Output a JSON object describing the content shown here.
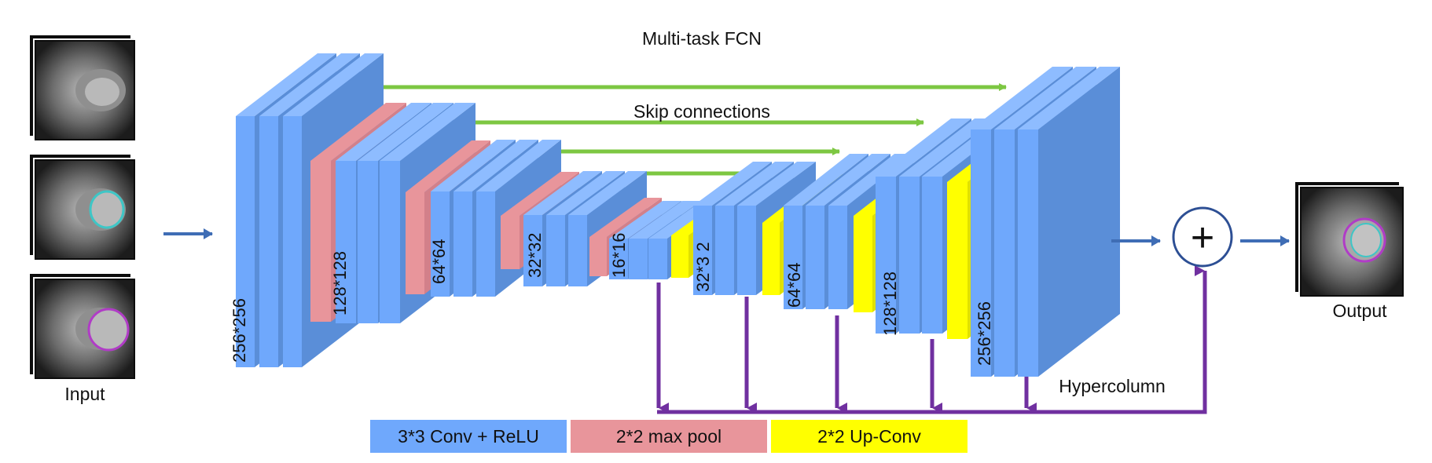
{
  "title": "Multi-task FCN",
  "skip_label": "Skip connections",
  "hypercolumn_label": "Hypercolumn",
  "input_label": "Input",
  "output_label": "Output",
  "plus_symbol": "+",
  "resolution_labels": [
    "256*256",
    "128*128",
    "64*64",
    "32*32",
    "16*16",
    "32*3 2",
    "64*64",
    "128*128",
    "256*256"
  ],
  "legend": [
    {
      "label": "3*3 Conv + ReLU",
      "color": "#6fa8fc"
    },
    {
      "label": "2*2 max pool",
      "color": "#e8959b"
    },
    {
      "label": "2*2 Up-Conv",
      "color": "#ffff00"
    }
  ],
  "colors": {
    "conv": "#6fa8fc",
    "conv_side": "#5a8ed8",
    "conv_top": "#8ebcff",
    "pool": "#e8959b",
    "pool_side": "#d2808a",
    "upconv": "#ffff00",
    "upconv_side": "#e0e000",
    "skip_arrow": "#7dc742",
    "hypercolumn_arrow": "#7030a0",
    "flow_arrow": "#3f6db5"
  },
  "icons": {
    "input": [
      "mri-slice-icon",
      "mri-slice-cyan-contour-icon",
      "mri-slice-purple-contour-icon"
    ],
    "output": "mri-slice-output-contour-icon"
  }
}
